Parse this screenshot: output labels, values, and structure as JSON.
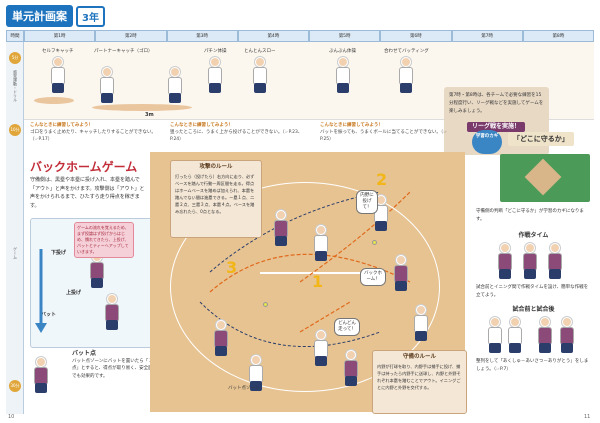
{
  "header": {
    "title": "単元計画案",
    "grade": "3年"
  },
  "periods": {
    "label": "時間",
    "items": [
      "第1時",
      "第2時",
      "第3時",
      "第4時",
      "第5時",
      "第6時",
      "第7時",
      "第8時"
    ]
  },
  "side": {
    "badge_top": "5分",
    "badge_mid": "10分",
    "badge_bottom": "30分",
    "row1_label": "感覚運動・ドリル",
    "row2_label": "ゲーム"
  },
  "drills": [
    {
      "name": "セルフキャッチ"
    },
    {
      "name": "パートナーキャッチ（ゴロ）"
    },
    {
      "name": "パチン体操"
    },
    {
      "name": "とんとんスロー"
    },
    {
      "name": "ぶんぶん体操"
    },
    {
      "name": "合わせてバッティング"
    }
  ],
  "distance": "3m",
  "tips": [
    {
      "head": "こんなときに練習してみよう！",
      "body": "ゴロをうまく止めたり、キャッチしたりすることができない。（☞P.17）"
    },
    {
      "head": "こんなときに練習してみよう！",
      "body": "狙ったところに、うまく上から投げることができない。（☞P.23、P.24）"
    },
    {
      "head": "こんなときに練習してみよう！",
      "body": "バットを振っても、うまくボールに当てることができない。（☞P.25）"
    }
  ],
  "league_box": {
    "text": "第7時・第8時は、各チームで必要な練習を15分程度行い、リーグ戦などを実施してゲームを楽しみましょう。",
    "button": "リーグ戦を実施！"
  },
  "game": {
    "title": "バックホームゲーム",
    "desc": "守備側は、黒塁や本塁に投げ入れ、本塁を踏んで「アウト」と声をかけます。攻撃側は「アウト」と声をかけられるまで、ひたすら走り得点を稼ぎます。",
    "callout": "ゲームの流れを覚えるため、まず投論はず投げからはじめ、慣れてきたら、上投げ、バットとティーへアップしていきます。",
    "labels": {
      "down": "下投げ",
      "up": "上投げ",
      "bat": "バット"
    },
    "bat_point_title": "バット点",
    "bat_point_text": "バット点ゾーンにバットを置いたら「１点」とすると、得点が取り易く、安全面でも効果的です。"
  },
  "attack_rule": {
    "title": "攻撃のルール",
    "text": "打ったら（投げたら）右方向に走り、必ずベースを踏んで行動一周区間を走る。得点はホームベースを踏めば加えられ、本塁を踏んでない間は進塁できる。ー塁１点、二塁２点、三塁３点、本塁４点。ベースを踏み忘れたら、0点となる。"
  },
  "defense_rule": {
    "title": "守備のルール",
    "text": "内野が打球を取り、内野手は捕手に投げ、捕手は持ったら内野手に送球し、内野と外野それぞれ本塁を踏むことでアウト。イニングごとに内野と外野を交代する。"
  },
  "court": {
    "numbers": [
      "1",
      "2",
      "3"
    ],
    "speech": [
      "内野に投げて！",
      "バックホーム！",
      "どんどん走って！"
    ],
    "zone_caption": "バット点ゾーン"
  },
  "right": {
    "badge": "学習のカギ",
    "kagi_title": "「どこに守るか」",
    "kagi_text": "守備側の判断「どこに守るか」が学習のカギになります。",
    "sakusen_title": "作戦タイム",
    "sakusen_text": "試合前とイニング間で作戦タイムを設け、簡単な作戦を立てよう。",
    "match_title": "試合前と試合後",
    "match_text": "整列をして「あくしゅ－あいさつ－ありがとう」をしましょう。（☞P.7）"
  },
  "page_numbers": {
    "left": "10",
    "right": "11"
  },
  "colors": {
    "primary": "#1e73be",
    "accent": "#c12e39",
    "court": "#e7c392",
    "field": "#4c9a57",
    "jersey": "#8b4a78"
  }
}
